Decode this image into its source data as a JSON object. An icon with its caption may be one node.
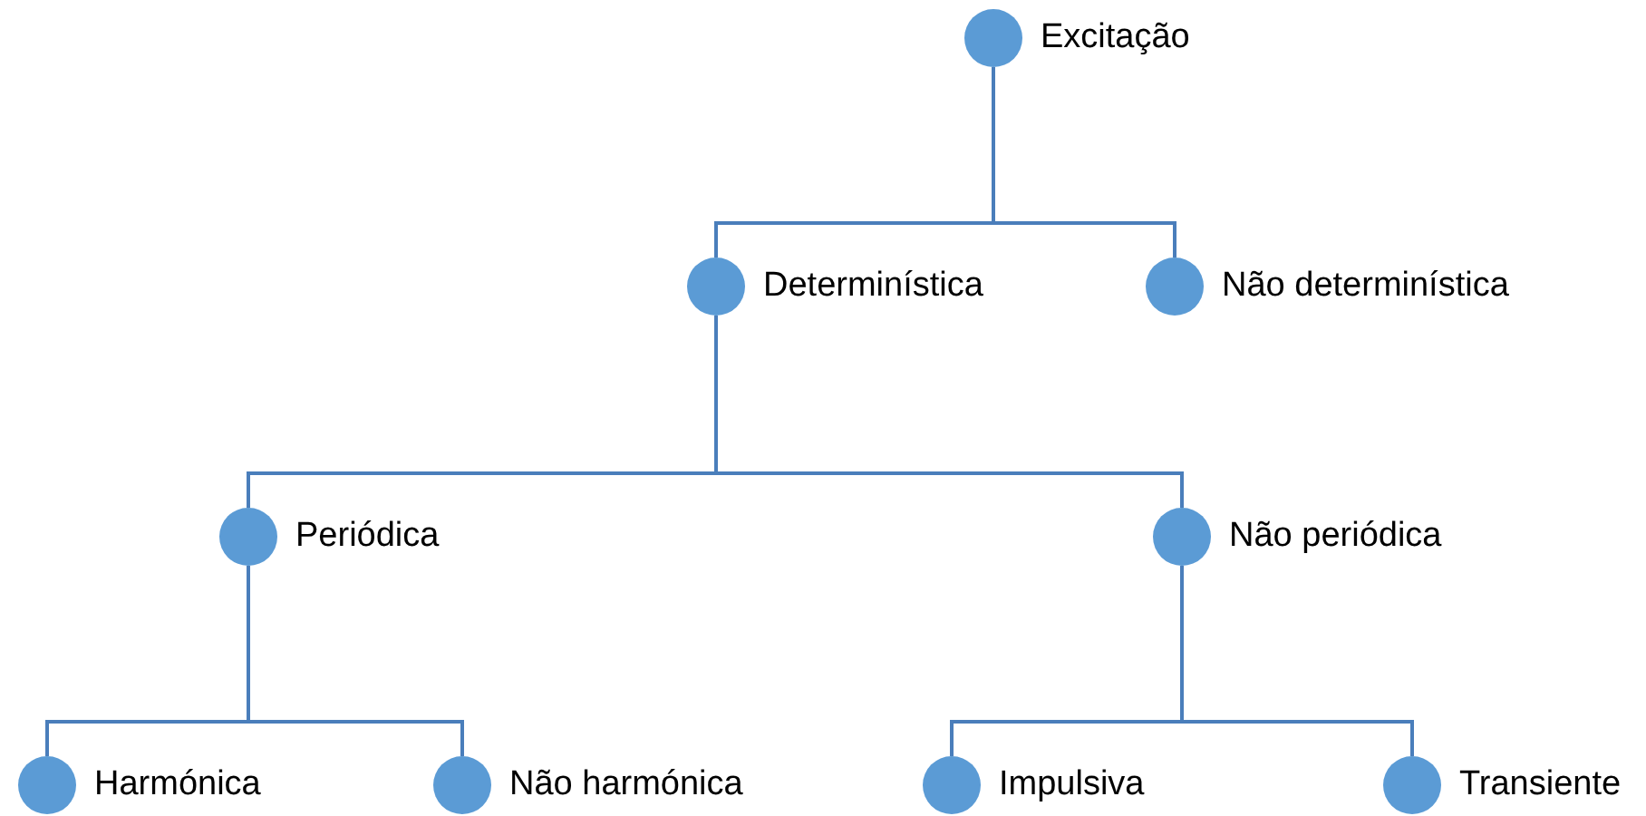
{
  "diagram": {
    "nodes": [
      {
        "text": [
          "Excitação"
        ]
      },
      {
        "text": [
          "Determinística"
        ]
      },
      {
        "text": [
          "Não determinística"
        ]
      },
      {
        "text": [
          "Periódica"
        ]
      },
      {
        "text": [
          "Não periódica"
        ]
      },
      {
        "text": [
          "Harmónica"
        ]
      },
      {
        "text": [
          "Não harmónica"
        ]
      },
      {
        "text": [
          "Impulsiva"
        ]
      },
      {
        "text": [
          "Transiente"
        ]
      }
    ],
    "edges": [
      {
        "from": 0,
        "to": 1,
        "arrow": "none"
      },
      {
        "from": 0,
        "to": 2,
        "arrow": "none"
      },
      {
        "from": 1,
        "to": 3,
        "arrow": "none"
      },
      {
        "from": 1,
        "to": 4,
        "arrow": "none"
      },
      {
        "from": 3,
        "to": 5,
        "arrow": "none"
      },
      {
        "from": 3,
        "to": 6,
        "arrow": "none"
      },
      {
        "from": 4,
        "to": 7,
        "arrow": "none"
      },
      {
        "from": 4,
        "to": 8,
        "arrow": "none"
      }
    ]
  }
}
